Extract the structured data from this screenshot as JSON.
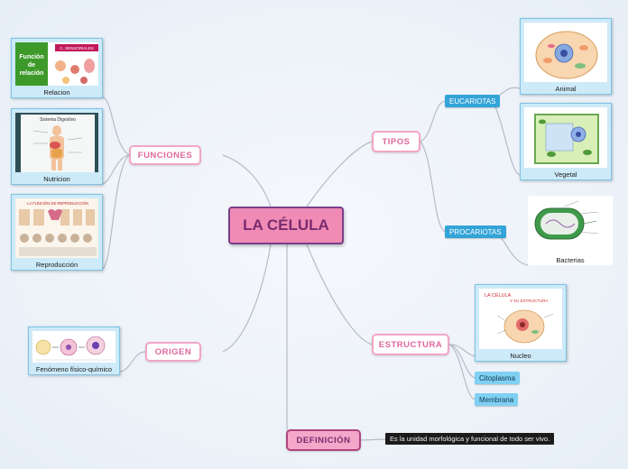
{
  "central": {
    "title": "LA CÉLULA"
  },
  "branches": {
    "funciones": "FUNCIONES",
    "origen": "ORIGEN",
    "tipos": "TIPOS",
    "estructura": "ESTRUCTURA",
    "definicion": "DEFINICIÓN"
  },
  "funciones": {
    "relacion": {
      "caption": "Relacion",
      "image_text": "Función de relación",
      "badge": "C. SENSORIALES"
    },
    "nutricion": {
      "caption": "Nutricion",
      "image_text": "Sistema Digestivo"
    },
    "reproduccion": {
      "caption": "Reproducción",
      "image_text": "LA FUNCIÓN DE REPRODUCCIÓN"
    }
  },
  "origen": {
    "caption": "Fenómeno físico-químico"
  },
  "tipos": {
    "eucariotas": "EUCARIOTAS",
    "procariotas": "PROCARIOTAS",
    "animal": {
      "caption": "Animal"
    },
    "vegetal": {
      "caption": "Vegetal"
    },
    "bacterias": {
      "caption": "Bacterias"
    }
  },
  "estructura": {
    "nucleo": {
      "caption": "Nucleo",
      "image_title": "LA CÉLULA",
      "image_sub": "Y SU ESTRUCTURA"
    },
    "citoplasma": "Citoplasma",
    "membrana": "Membrana"
  },
  "definicion": {
    "text": "Es la unidad morfológica y funcional de todo ser vivo."
  },
  "colors": {
    "central_fill": "#ef8bb4",
    "central_border": "#7a3f8a",
    "branch_text": "#e0679c",
    "tag_fill": "#33a4d8",
    "tag_light_fill": "#7fd0f2",
    "connector": "#b4bcc6"
  }
}
